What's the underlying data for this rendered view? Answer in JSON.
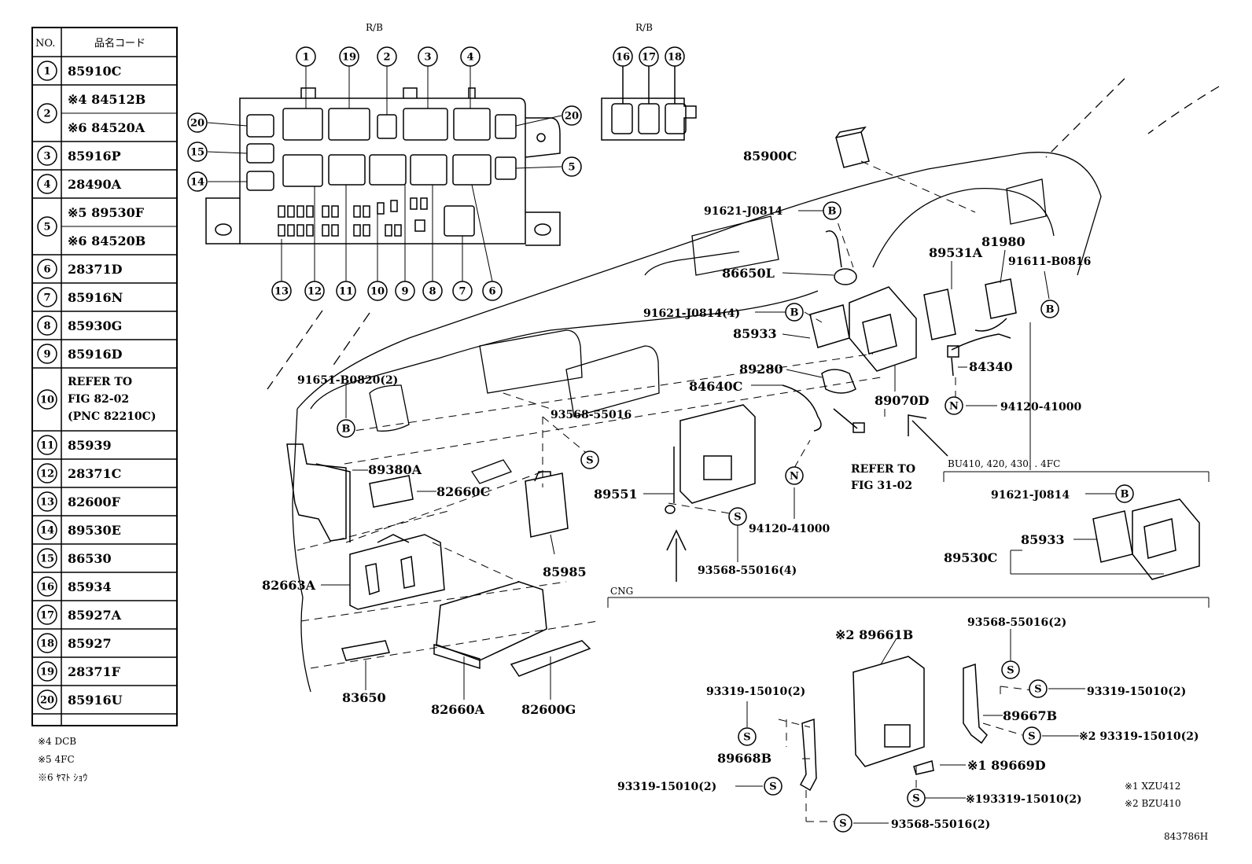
{
  "table": {
    "header_no": "NO.",
    "header_code": "品名コード",
    "rows": [
      {
        "no": "1",
        "codes": [
          "85910C"
        ]
      },
      {
        "no": "2",
        "codes": [
          "※4 84512B",
          "※6 84520A"
        ]
      },
      {
        "no": "3",
        "codes": [
          "85916P"
        ]
      },
      {
        "no": "4",
        "codes": [
          "28490A"
        ]
      },
      {
        "no": "5",
        "codes": [
          "※5 89530F",
          "※6 84520B"
        ]
      },
      {
        "no": "6",
        "codes": [
          "28371D"
        ]
      },
      {
        "no": "7",
        "codes": [
          "85916N"
        ]
      },
      {
        "no": "8",
        "codes": [
          "85930G"
        ]
      },
      {
        "no": "9",
        "codes": [
          "85916D"
        ]
      },
      {
        "no": "10",
        "codes": [
          "REFER TO",
          "FIG 82-02",
          "(PNC 82210C)"
        ]
      },
      {
        "no": "11",
        "codes": [
          "85939"
        ]
      },
      {
        "no": "12",
        "codes": [
          "28371C"
        ]
      },
      {
        "no": "13",
        "codes": [
          "82600F"
        ]
      },
      {
        "no": "14",
        "codes": [
          "89530E"
        ]
      },
      {
        "no": "15",
        "codes": [
          "86530"
        ]
      },
      {
        "no": "16",
        "codes": [
          "85934"
        ]
      },
      {
        "no": "17",
        "codes": [
          "85927A"
        ]
      },
      {
        "no": "18",
        "codes": [
          "85927"
        ]
      },
      {
        "no": "19",
        "codes": [
          "28371F"
        ]
      },
      {
        "no": "20",
        "codes": [
          "85916U"
        ]
      }
    ]
  },
  "table_notes": [
    "※4 DCB",
    "※5 4FC",
    "※6 ﾔﾏﾄ ｼｮｳ"
  ],
  "rb_label_left": "R/B",
  "rb_label_right": "R/B",
  "rb_top_numbers": [
    "1",
    "19",
    "2",
    "3",
    "4"
  ],
  "rb_bottom_numbers": [
    "13",
    "12",
    "11",
    "10",
    "9",
    "8",
    "7",
    "6"
  ],
  "rb_left_numbers": [
    "20",
    "15",
    "14"
  ],
  "rb_right_numbers": [
    "20",
    "5"
  ],
  "rb2_numbers": [
    "16",
    "17",
    "18"
  ],
  "callout_letters": {
    "b": "B",
    "s": "S",
    "n": "N"
  },
  "parts": {
    "p85900C": "85900C",
    "p91621_J0814_a": "91621-J0814",
    "p86650L": "86650L",
    "p89531A": "89531A",
    "p81980": "81980",
    "p91611_B0816": "91611-B0816",
    "p91621_J0814_4": "91621-J0814(4)",
    "p85933_a": "85933",
    "p89280": "89280",
    "p84640C": "84640C",
    "p84340": "84340",
    "p89070D": "89070D",
    "p94120_41000_a": "94120-41000",
    "p91651_B0820_2": "91651-B0820(2)",
    "p93568_55016_a": "93568-55016",
    "p89380A": "89380A",
    "p82660C": "82660C",
    "p89551": "89551",
    "p94120_41000_b": "94120-41000",
    "p93568_55016_4": "93568-55016(4)",
    "p85985": "85985",
    "p82663A": "82663A",
    "p83650": "83650",
    "p82660A": "82660A",
    "p82600G": "82600G",
    "refer_fig_1": "REFER TO",
    "refer_fig_2": "FIG 31-02",
    "bu_label": "BU410, 420, 430. . 4FC",
    "p91621_J0814_b": "91621-J0814",
    "p85933_b": "85933",
    "p89530C": "89530C",
    "cng_label": "CNG",
    "p89661B": "※2 89661B",
    "p93568_55016_2a": "93568-55016(2)",
    "p93319_15010_2a": "93319-15010(2)",
    "p93319_15010_2b": "93319-15010(2)",
    "p89667B": "89667B",
    "p93319_15010_2c": "※2 93319-15010(2)",
    "p89668B": "89668B",
    "p89669D": "※1 89669D",
    "p93319_15010_2d": "93319-15010(2)",
    "p93319_15010_2e": "※193319-15010(2)",
    "p93568_55016_2b": "93568-55016(2)"
  },
  "legend_notes": [
    "※1 XZU412",
    "※2 BZU410"
  ],
  "figure_code": "843786H"
}
